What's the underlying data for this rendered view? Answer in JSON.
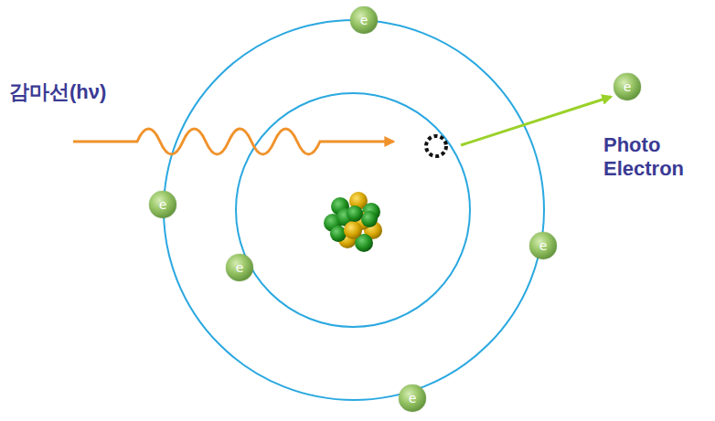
{
  "diagram": {
    "nodes": [
      {
        "text": [
          "e"
        ]
      },
      {
        "text": [
          "e"
        ]
      },
      {
        "text": [
          "e"
        ]
      },
      {
        "text": [
          "e"
        ]
      },
      {
        "text": [
          "e"
        ]
      },
      {
        "text": [
          "e"
        ]
      }
    ],
    "labels": [
      "감마선(hν)",
      "Photo Electron"
    ]
  }
}
